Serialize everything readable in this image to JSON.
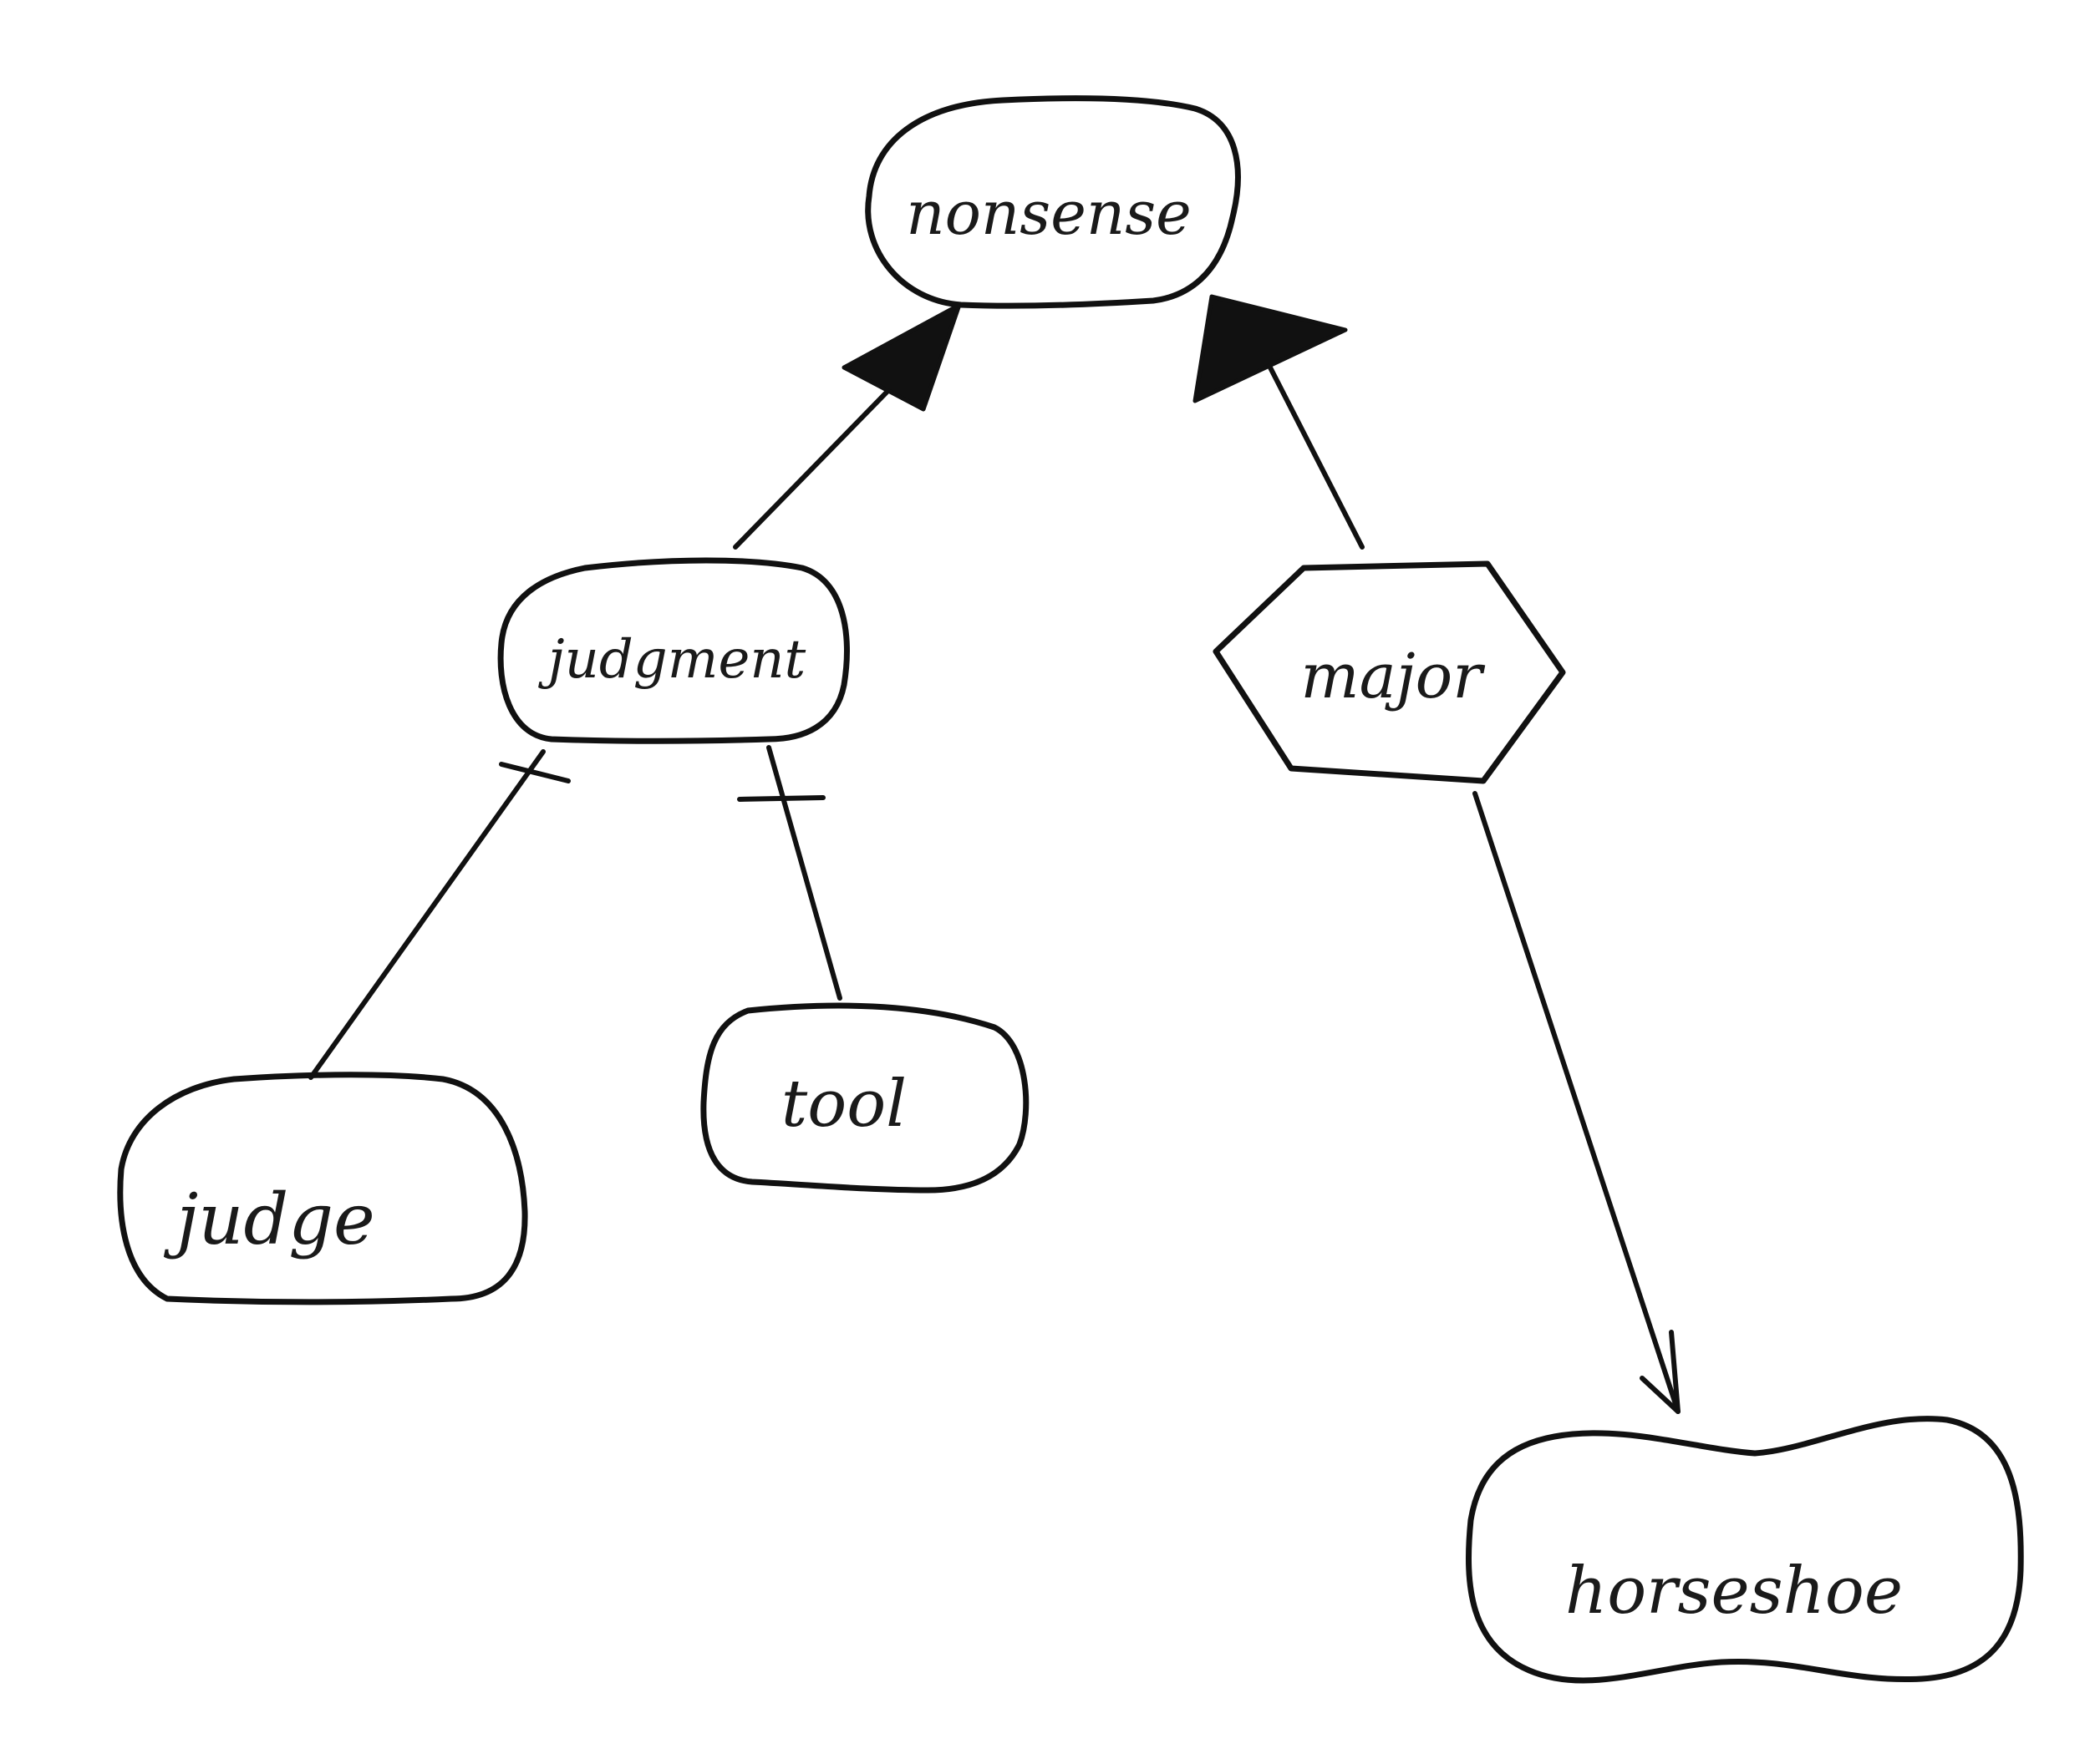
{
  "diagram": {
    "nodes": [
      {
        "id": "nonsense",
        "label": "nonsense",
        "shape": "rounded"
      },
      {
        "id": "judgment",
        "label": "judgment",
        "shape": "rounded"
      },
      {
        "id": "major",
        "label": "major",
        "shape": "hexagon"
      },
      {
        "id": "judge",
        "label": "judge",
        "shape": "rounded"
      },
      {
        "id": "tool",
        "label": "tool",
        "shape": "rounded"
      },
      {
        "id": "horseshoe",
        "label": "horseshoe",
        "shape": "blob"
      }
    ],
    "edges": [
      {
        "from": "judgment",
        "to": "nonsense",
        "head": "filled-triangle"
      },
      {
        "from": "major",
        "to": "nonsense",
        "head": "filled-triangle"
      },
      {
        "from": "judgment",
        "to": "judge",
        "head": "bar"
      },
      {
        "from": "judgment",
        "to": "tool",
        "head": "bar"
      },
      {
        "from": "major",
        "to": "horseshoe",
        "head": "open-arrow"
      }
    ]
  }
}
